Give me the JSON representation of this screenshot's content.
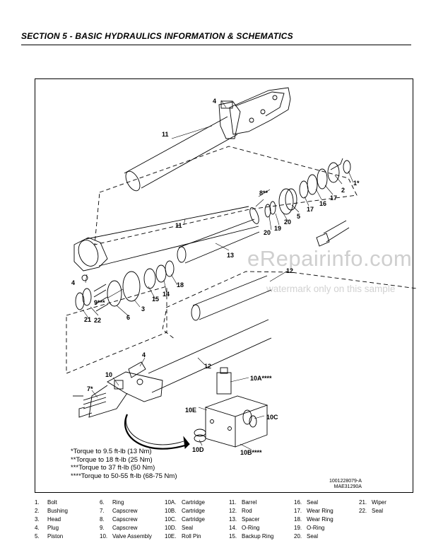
{
  "header": {
    "title": "SECTION 5 - BASIC HYDRAULICS INFORMATION & SCHEMATICS"
  },
  "callouts": {
    "c1": "1*",
    "c2": "2",
    "c3": "3",
    "c4a": "4",
    "c4b": "4",
    "c4c": "4",
    "c5": "5",
    "c6": "6",
    "c7": "7*",
    "c8": "8**",
    "c9": "9***",
    "c10": "10",
    "c10a": "10A****",
    "c10b": "10B****",
    "c10c": "10C",
    "c10d": "10D",
    "c10e": "10E",
    "c11a": "11",
    "c11b": "11",
    "c12a": "12",
    "c12b": "12",
    "c13": "13",
    "c14": "14",
    "c15": "15",
    "c16": "16",
    "c17a": "17",
    "c17b": "17",
    "c18": "18",
    "c19": "19",
    "c20": "20",
    "c21": "21",
    "c22": "22"
  },
  "torque_notes": [
    "*Torque to 9.5 ft-lb (13 Nm)",
    "**Torque to 18 ft-lb (25 Nm)",
    "***Torque to 37 ft-lb (50 Nm)",
    "****Torque to 50-55 ft-lb (68-75 Nm)"
  ],
  "reference": {
    "line1": "1001228079-A",
    "line2": "MAE31290A"
  },
  "watermark": {
    "main": "eRepairinfo.com",
    "sub": "watermark only on this sample"
  },
  "parts_list": [
    [
      {
        "num": "1.",
        "name": "Bolt"
      },
      {
        "num": "2.",
        "name": "Bushing"
      },
      {
        "num": "3.",
        "name": "Head"
      },
      {
        "num": "4.",
        "name": "Plug"
      },
      {
        "num": "5.",
        "name": "Piston"
      }
    ],
    [
      {
        "num": "6.",
        "name": "Ring"
      },
      {
        "num": "7.",
        "name": "Capscrew"
      },
      {
        "num": "8.",
        "name": "Capscrew"
      },
      {
        "num": "9.",
        "name": "Capscrew"
      },
      {
        "num": "10.",
        "name": "Valve Assembly"
      }
    ],
    [
      {
        "num": "10A.",
        "name": "Cartridge"
      },
      {
        "num": "10B.",
        "name": "Cartridge"
      },
      {
        "num": "10C.",
        "name": "Cartridge"
      },
      {
        "num": "10D.",
        "name": "Seal"
      },
      {
        "num": "10E.",
        "name": "Roll Pin"
      }
    ],
    [
      {
        "num": "11.",
        "name": "Barrel"
      },
      {
        "num": "12.",
        "name": "Rod"
      },
      {
        "num": "13.",
        "name": "Spacer"
      },
      {
        "num": "14.",
        "name": "O-Ring"
      },
      {
        "num": "15.",
        "name": "Backup Ring"
      }
    ],
    [
      {
        "num": "16.",
        "name": "Seal"
      },
      {
        "num": "17.",
        "name": "Wear Ring"
      },
      {
        "num": "18.",
        "name": "Wear Ring"
      },
      {
        "num": "19.",
        "name": "O-Ring"
      },
      {
        "num": "20.",
        "name": "Seal"
      }
    ],
    [
      {
        "num": "21.",
        "name": "Wiper"
      },
      {
        "num": "22.",
        "name": "Seal"
      }
    ]
  ]
}
